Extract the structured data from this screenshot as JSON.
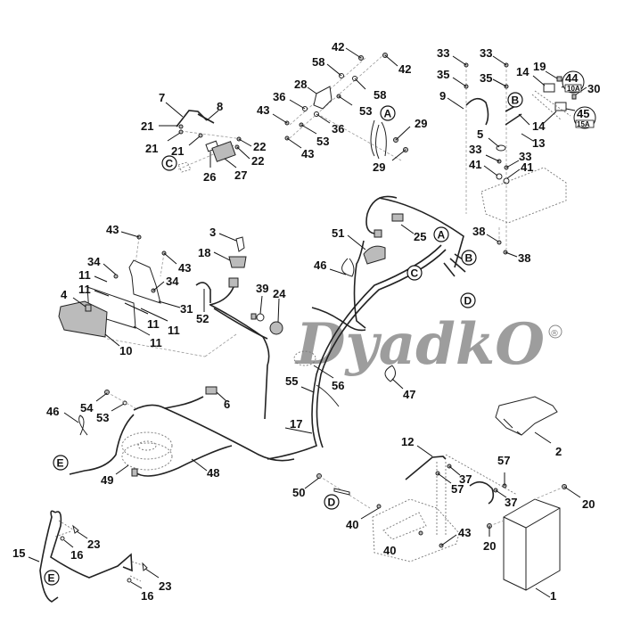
{
  "diagram": {
    "title": "Electrical system parts diagram",
    "watermark": "DyadkO",
    "watermark_mark": "®",
    "connector_refs": [
      "A",
      "B",
      "C",
      "D",
      "E"
    ],
    "fuses": [
      {
        "callout": "44",
        "rating": "10A"
      },
      {
        "callout": "45",
        "rating": "15A"
      }
    ],
    "callouts": [
      {
        "id": "c42a",
        "text": "42"
      },
      {
        "id": "c42b",
        "text": "42"
      },
      {
        "id": "c58a",
        "text": "58"
      },
      {
        "id": "c58b",
        "text": "58"
      },
      {
        "id": "c28",
        "text": "28"
      },
      {
        "id": "c36a",
        "text": "36"
      },
      {
        "id": "c36b",
        "text": "36"
      },
      {
        "id": "c43a",
        "text": "43"
      },
      {
        "id": "c43b",
        "text": "43"
      },
      {
        "id": "c53a",
        "text": "53"
      },
      {
        "id": "c53b",
        "text": "53"
      },
      {
        "id": "c29a",
        "text": "29"
      },
      {
        "id": "c29b",
        "text": "29"
      },
      {
        "id": "c7",
        "text": "7"
      },
      {
        "id": "c8",
        "text": "8"
      },
      {
        "id": "c21a",
        "text": "21"
      },
      {
        "id": "c21b",
        "text": "21"
      },
      {
        "id": "c21c",
        "text": "21"
      },
      {
        "id": "c22a",
        "text": "22"
      },
      {
        "id": "c22b",
        "text": "22"
      },
      {
        "id": "c26",
        "text": "26"
      },
      {
        "id": "c27",
        "text": "27"
      },
      {
        "id": "c33a",
        "text": "33"
      },
      {
        "id": "c33b",
        "text": "33"
      },
      {
        "id": "c33c",
        "text": "33"
      },
      {
        "id": "c33d",
        "text": "33"
      },
      {
        "id": "c35a",
        "text": "35"
      },
      {
        "id": "c35b",
        "text": "35"
      },
      {
        "id": "c9",
        "text": "9"
      },
      {
        "id": "c5",
        "text": "5"
      },
      {
        "id": "c14a",
        "text": "14"
      },
      {
        "id": "c14b",
        "text": "14"
      },
      {
        "id": "c19",
        "text": "19"
      },
      {
        "id": "c30",
        "text": "30"
      },
      {
        "id": "c13",
        "text": "13"
      },
      {
        "id": "c41a",
        "text": "41"
      },
      {
        "id": "c41b",
        "text": "41"
      },
      {
        "id": "c38a",
        "text": "38"
      },
      {
        "id": "c38b",
        "text": "38"
      },
      {
        "id": "c43c",
        "text": "43"
      },
      {
        "id": "c43d",
        "text": "43"
      },
      {
        "id": "c34a",
        "text": "34"
      },
      {
        "id": "c34b",
        "text": "34"
      },
      {
        "id": "c11a",
        "text": "11"
      },
      {
        "id": "c11b",
        "text": "11"
      },
      {
        "id": "c11c",
        "text": "11"
      },
      {
        "id": "c11d",
        "text": "11"
      },
      {
        "id": "c11e",
        "text": "11"
      },
      {
        "id": "c4",
        "text": "4"
      },
      {
        "id": "c10",
        "text": "10"
      },
      {
        "id": "c31",
        "text": "31"
      },
      {
        "id": "c3",
        "text": "3"
      },
      {
        "id": "c18",
        "text": "18"
      },
      {
        "id": "c52",
        "text": "52"
      },
      {
        "id": "c39",
        "text": "39"
      },
      {
        "id": "c24",
        "text": "24"
      },
      {
        "id": "c51",
        "text": "51"
      },
      {
        "id": "c25",
        "text": "25"
      },
      {
        "id": "c46a",
        "text": "46"
      },
      {
        "id": "c46b",
        "text": "46"
      },
      {
        "id": "c47",
        "text": "47"
      },
      {
        "id": "c55",
        "text": "55"
      },
      {
        "id": "c56",
        "text": "56"
      },
      {
        "id": "c54",
        "text": "54"
      },
      {
        "id": "c53c",
        "text": "53"
      },
      {
        "id": "c6",
        "text": "6"
      },
      {
        "id": "c17",
        "text": "17"
      },
      {
        "id": "c49",
        "text": "49"
      },
      {
        "id": "c48",
        "text": "48"
      },
      {
        "id": "c15",
        "text": "15"
      },
      {
        "id": "c16a",
        "text": "16"
      },
      {
        "id": "c16b",
        "text": "16"
      },
      {
        "id": "c23a",
        "text": "23"
      },
      {
        "id": "c23b",
        "text": "23"
      },
      {
        "id": "c12",
        "text": "12"
      },
      {
        "id": "c2",
        "text": "2"
      },
      {
        "id": "c57a",
        "text": "57"
      },
      {
        "id": "c57b",
        "text": "57"
      },
      {
        "id": "c37a",
        "text": "37"
      },
      {
        "id": "c37b",
        "text": "37"
      },
      {
        "id": "c20a",
        "text": "20"
      },
      {
        "id": "c20b",
        "text": "20"
      },
      {
        "id": "c50",
        "text": "50"
      },
      {
        "id": "c40a",
        "text": "40"
      },
      {
        "id": "c40b",
        "text": "40"
      },
      {
        "id": "c43e",
        "text": "43"
      },
      {
        "id": "c1",
        "text": "1"
      }
    ]
  }
}
